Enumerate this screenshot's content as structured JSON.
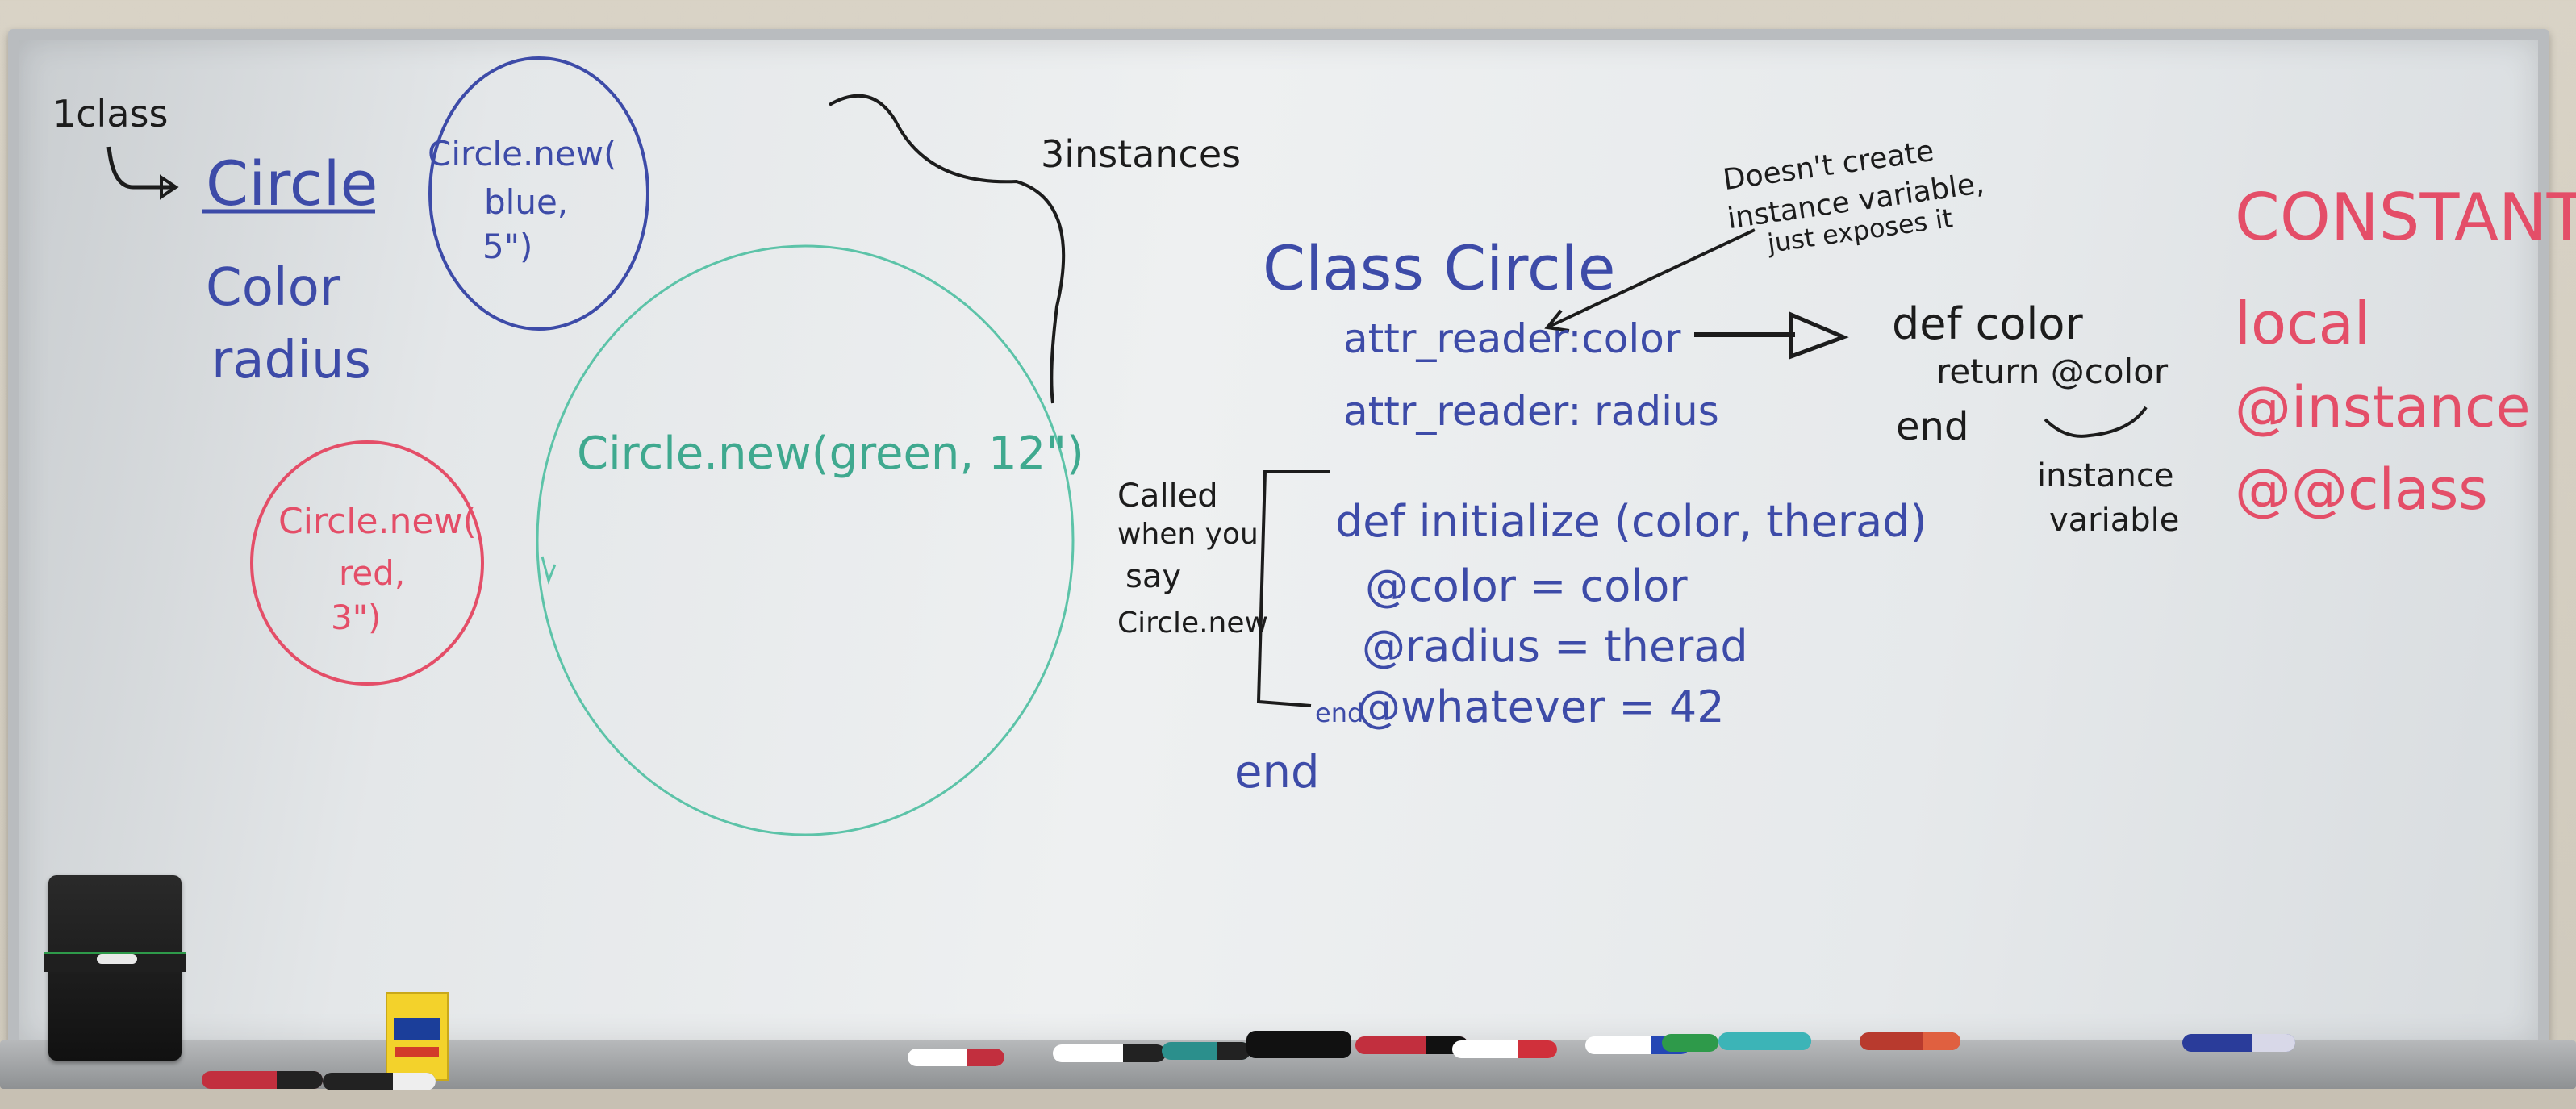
{
  "board": {
    "left_notes": {
      "one_class": "1class",
      "class_name": "Circle",
      "attribute_color": "Color",
      "attribute_radius": "radius"
    },
    "instances": [
      {
        "lines": [
          "Circle.new(",
          "blue,",
          "5\")"
        ],
        "color": "#3d4ba8"
      },
      {
        "lines": [
          "Circle.new(green, 12\")"
        ],
        "color": "#3fa98f"
      },
      {
        "lines": [
          "Circle.new(",
          "red,",
          "3\")"
        ],
        "color": "#e44e68"
      }
    ],
    "instances_label": "3instances",
    "code": {
      "class_line": "Class Circle",
      "reader_color": "attr_reader:color",
      "reader_radius": "attr_reader: radius",
      "def_init": "def initialize (color, therad)",
      "assign_color": "@color = color",
      "assign_radius": "@radius = therad",
      "assign_whatever": "@whatever = 42",
      "inner_end": "end",
      "outer_end": "end"
    },
    "called_note": [
      "Called",
      "when you",
      "say",
      "Circle.new"
    ],
    "doesnt_note": [
      "Doesn't create",
      "instance variable,",
      "just exposes it"
    ],
    "getter": {
      "def_line": "def color",
      "return_line": "return @color",
      "end_line": "end",
      "instance_note": [
        "instance",
        "variable"
      ]
    },
    "scopes": [
      "CONSTANT",
      "local",
      "@instance",
      "@@class"
    ]
  },
  "colors": {
    "black_ink": "#1c1c1c",
    "blue_ink": "#3d4ba8",
    "red_ink": "#e44e68",
    "green_ink": "#3fa98f"
  }
}
